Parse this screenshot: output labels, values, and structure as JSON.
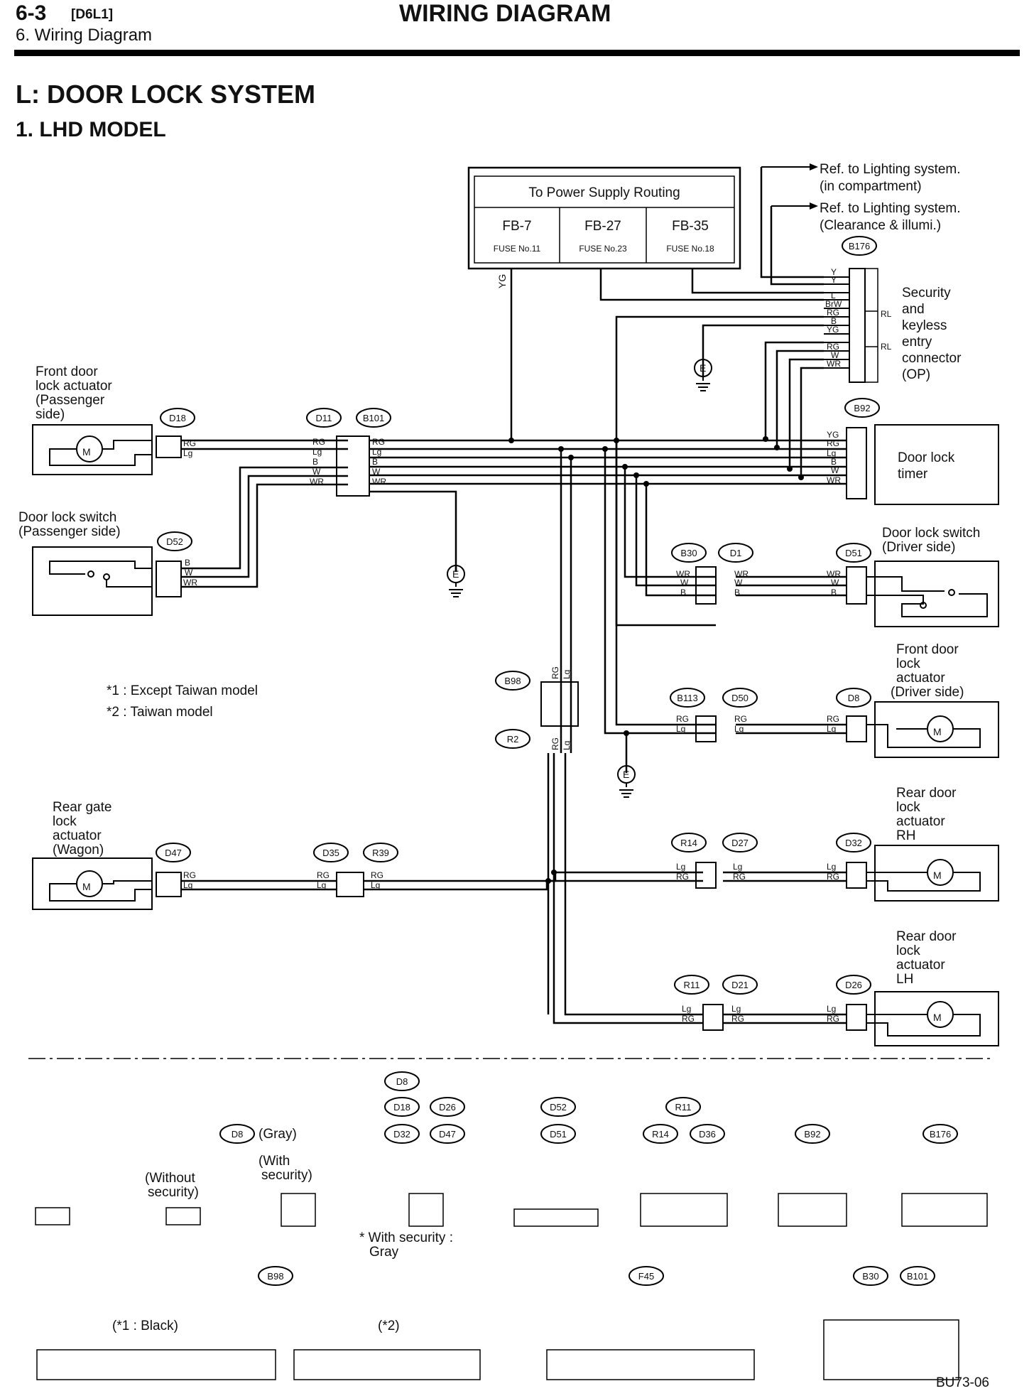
{
  "header": {
    "page_number": "6-3",
    "page_code": "[D6L1]",
    "section_name": "6. Wiring Diagram",
    "title": "WIRING DIAGRAM"
  },
  "section": {
    "title": "L:  DOOR LOCK SYSTEM",
    "subtitle": "1.  LHD MODEL"
  },
  "power": {
    "title": "To Power Supply Routing",
    "fuses": [
      {
        "id": "FB-7",
        "fuse": "FUSE No.11"
      },
      {
        "id": "FB-27",
        "fuse": "FUSE No.23"
      },
      {
        "id": "FB-35",
        "fuse": "FUSE No.18"
      }
    ]
  },
  "refs": {
    "lighting1": [
      "Ref. to Lighting system.",
      "(in compartment)"
    ],
    "lighting2": [
      "Ref. to Lighting system.",
      "(Clearance & illumi.)"
    ]
  },
  "components": {
    "security": [
      "Security",
      "and",
      "keyless",
      "entry",
      "connector",
      "(OP)"
    ],
    "timer": [
      "Door lock",
      "timer"
    ],
    "fl_actuator": [
      "Front door",
      "lock actuator",
      "(Passenger",
      "side)"
    ],
    "switch_pass": [
      "Door lock switch",
      "(Passenger side)"
    ],
    "switch_drv": [
      "Door lock switch",
      "(Driver side)"
    ],
    "fr_actuator": [
      "Front door",
      "lock",
      "actuator",
      "(Driver side)"
    ],
    "rear_gate": [
      "Rear gate",
      "lock",
      "actuator",
      "(Wagon)"
    ],
    "rear_rh": [
      "Rear door",
      "lock",
      "actuator",
      "RH"
    ],
    "rear_lh": [
      "Rear door",
      "lock",
      "actuator",
      "LH"
    ]
  },
  "notes": {
    "n1": "*1 : Except Taiwan model",
    "n2": "*2 : Taiwan model",
    "gray": "(Gray)",
    "without_security": [
      "(Without",
      "security)"
    ],
    "with_security": [
      "(With",
      "security)"
    ],
    "with_security_gray": [
      "* With security :",
      "Gray"
    ],
    "black": "(*1 : Black)",
    "taiwan": "(*2)"
  },
  "connector_ids": {
    "B176": "B176",
    "B92": "B92",
    "D18": "D18",
    "D11": "D11",
    "B101": "B101",
    "D52": "D52",
    "B30": "B30",
    "D1": "D1",
    "D51": "D51",
    "B98": "B98",
    "R2": "R2",
    "B113": "B113",
    "D50": "D50",
    "D8": "D8",
    "D47": "D47",
    "D35": "D35",
    "R39": "R39",
    "R14": "R14",
    "D27": "D27",
    "D32": "D32",
    "R11": "R11",
    "D21": "D21",
    "D26": "D26",
    "D36": "D36",
    "F45": "F45"
  },
  "wire_codes": {
    "YG": "YG",
    "RG": "RG",
    "Lg": "Lg",
    "B": "B",
    "W": "W",
    "WR": "WR",
    "BrW": "BrW",
    "Y": "Y",
    "L": "L",
    "RL": "RL",
    "E": "E"
  },
  "figure_code": "BU73-06"
}
